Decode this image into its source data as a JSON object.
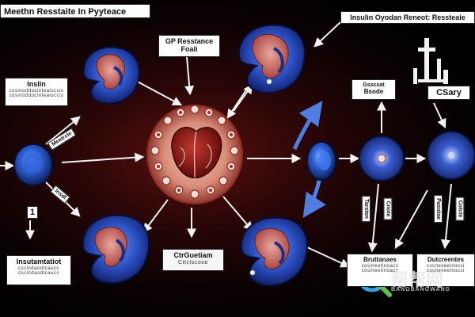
{
  "title": "Meethn Resstaite In Pyyteace",
  "top_right_label": "Insulin Oyodan Reneot: Ressteaie",
  "center_label": {
    "main": "GP Resstance",
    "sub": "Foali"
  },
  "left_box": {
    "main": "Inslin",
    "sub": "cosinoddocinteaioccis"
  },
  "left_tag": "Meetrcle",
  "left_tag_lower": "Insdl",
  "left_number": "1",
  "bottom_left_box": {
    "main": "Insutamtatiot",
    "sub": "cscindaodtcaucs"
  },
  "bottom_center_label": {
    "main": "CtrGuetiam",
    "sub": "Cttctscooe"
  },
  "right_label": {
    "main": "Gsscsat",
    "sub": "Bsode"
  },
  "cstay_label": "CSary",
  "vert_tag_1": "Tarsten",
  "vert_tag_2": "Cnote",
  "vert_tag_3": "Pasotae",
  "vert_tag_4": "Cotcte",
  "bottom_right_box_1": {
    "main": "Bruttanaes",
    "sub": "cosineetinoacc"
  },
  "bottom_right_box_2": {
    "main": "Dutcreentes",
    "sub": "cscneseeinocci"
  },
  "watermark": {
    "main": "帮帮网",
    "sub": "BANGBANGWANG"
  },
  "colors": {
    "background": "#000000",
    "glow": "#5a1010",
    "cell_blue": "#1f3fa8",
    "cell_dark": "#0d1a5c",
    "nucleus_red": "#c0504d",
    "arrow_white": "#f2f2f2",
    "arrow_blue": "#4f7de0"
  }
}
